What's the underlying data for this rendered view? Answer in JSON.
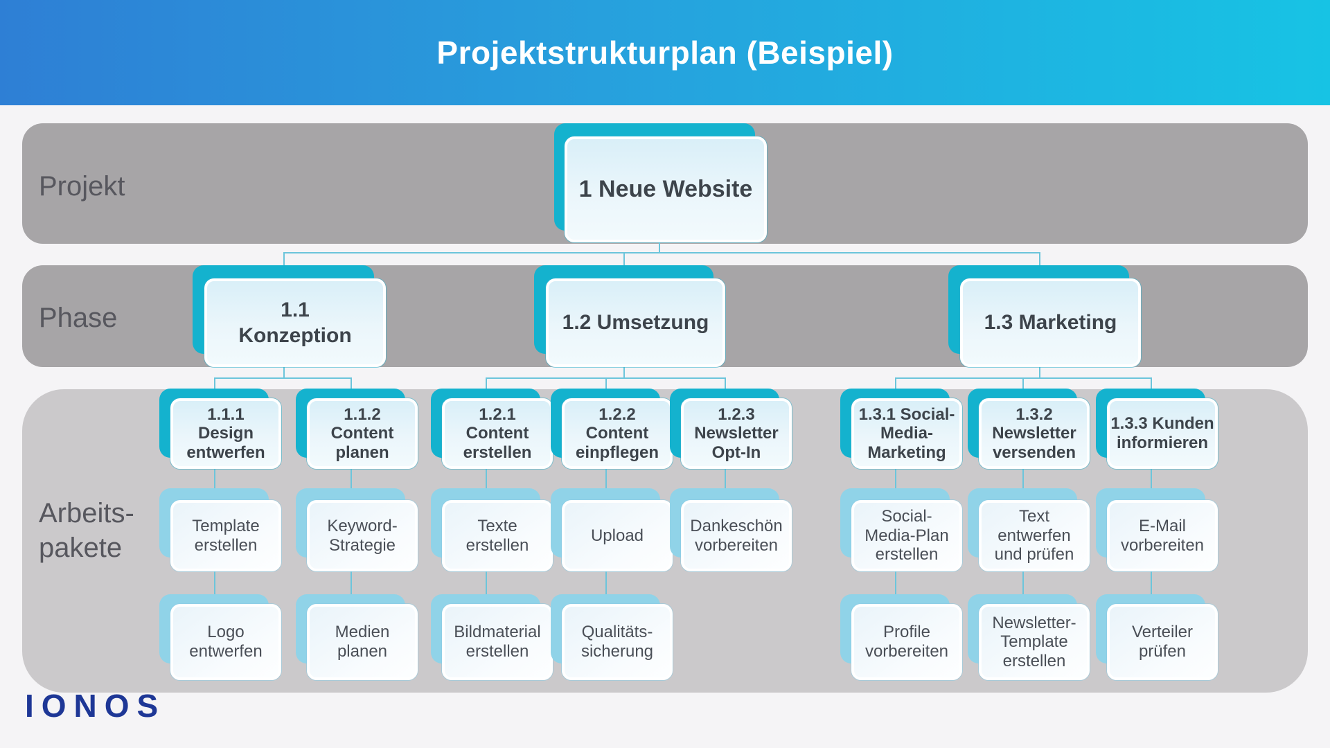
{
  "header": {
    "title": "Projektstrukturplan (Beispiel)"
  },
  "row_labels": {
    "projekt": "Projekt",
    "phase": "Phase",
    "arbeitspakete": "Arbeits-\npakete"
  },
  "project": {
    "text": "1 Neue Website"
  },
  "phases": [
    {
      "id": "1.1",
      "text": "1.1\nKonzeption"
    },
    {
      "id": "1.2",
      "text": "1.2 Umsetzung"
    },
    {
      "id": "1.3",
      "text": "1.3 Marketing"
    }
  ],
  "work_packages": {
    "columns": [
      {
        "phase": "1.1",
        "header": "1.1.1\nDesign\nentwerfen",
        "items": [
          "Template\nerstellen",
          "Logo\nentwerfen"
        ]
      },
      {
        "phase": "1.1",
        "header": "1.1.2\nContent\nplanen",
        "items": [
          "Keyword-\nStrategie",
          "Medien\nplanen"
        ]
      },
      {
        "phase": "1.2",
        "header": "1.2.1\nContent\nerstellen",
        "items": [
          "Texte\nerstellen",
          "Bildmaterial\nerstellen"
        ]
      },
      {
        "phase": "1.2",
        "header": "1.2.2\nContent\neinpflegen",
        "items": [
          "Upload",
          "Qualitäts-\nsicherung"
        ]
      },
      {
        "phase": "1.2",
        "header": "1.2.3\nNewsletter\nOpt-In",
        "items": [
          "Dankeschön\nvorbereiten"
        ]
      },
      {
        "phase": "1.3",
        "header": "1.3.1 Social-\nMedia-\nMarketing",
        "items": [
          "Social-\nMedia-Plan\nerstellen",
          "Profile\nvorbereiten"
        ]
      },
      {
        "phase": "1.3",
        "header": "1.3.2\nNewsletter\nversenden",
        "items": [
          "Text\nentwerfen\nund prüfen",
          "Newsletter-\nTemplate\nerstellen"
        ]
      },
      {
        "phase": "1.3",
        "header": "1.3.3 Kunden\ninformieren",
        "items": [
          "E-Mail\nvorbereiten",
          "Verteiler\nprüfen"
        ]
      }
    ]
  },
  "footer": {
    "logo_text": "IONOS"
  },
  "colors": {
    "header_gradient_left": "#2e7fd5",
    "header_gradient_right": "#17c3e4",
    "band_dark": "#a7a5a7",
    "band_light": "#cbc9cb",
    "node_teal": "#14b2ce",
    "node_sky": "#90d3e8",
    "connector": "#6cc5db",
    "logo_blue": "#1e3796",
    "text_dark": "#3d444b"
  }
}
